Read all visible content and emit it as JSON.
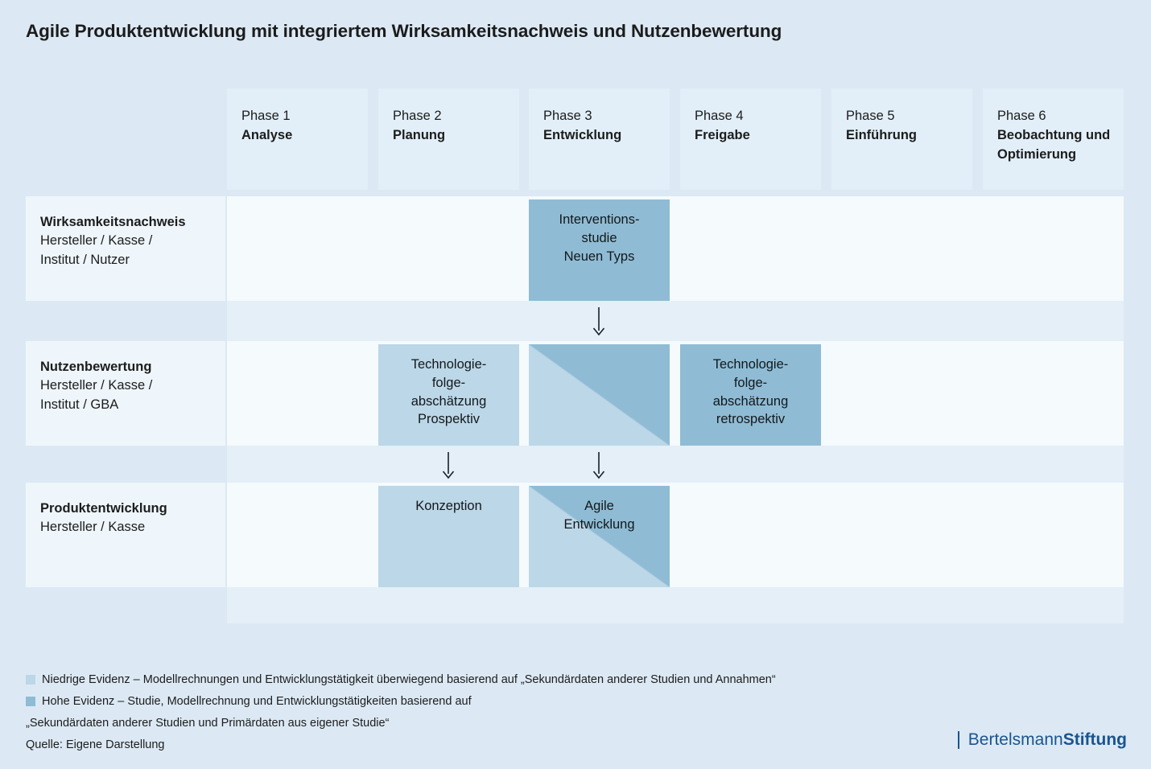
{
  "title": "Agile Produktentwicklung mit integriertem Wirksamkeitsnachweis und Nutzenbewertung",
  "colors": {
    "page_background": "#dce9f4",
    "header_cell": "#e2eff8",
    "row_band": "#f5fafd",
    "gap_band": "#e4eff7",
    "row_label": "#eef6fb",
    "low_evidence": "#bcd7e7",
    "high_evidence": "#8fbcd4",
    "brand": "#1a5490",
    "text": "#1c1c1c"
  },
  "columns": [
    {
      "phase": "Phase 1",
      "name": "Analyse"
    },
    {
      "phase": "Phase 2",
      "name": "Planung"
    },
    {
      "phase": "Phase 3",
      "name": "Entwicklung"
    },
    {
      "phase": "Phase 4",
      "name": "Freigabe"
    },
    {
      "phase": "Phase 5",
      "name": "Einführung"
    },
    {
      "phase": "Phase 6",
      "name": "Beobachtung\nund\nOptimierung"
    }
  ],
  "rows": [
    {
      "title": "Wirksamkeitsnachweis",
      "subtitle": "Hersteller / Kasse /\nInstitut / Nutzer"
    },
    {
      "title": "Nutzenbewertung",
      "subtitle": "Hersteller / Kasse /\nInstitut / GBA"
    },
    {
      "title": "Produktentwicklung",
      "subtitle": "Hersteller / Kasse"
    }
  ],
  "blocks": [
    {
      "row": 0,
      "column": 2,
      "label": "Interventions-\nstudie\nNeuen Typs",
      "evidence": "high"
    },
    {
      "row": 1,
      "column": 1,
      "label": "Technologie-\nfolge-\nabschätzung\nProspektiv",
      "evidence": "low"
    },
    {
      "row": 1,
      "column": 2,
      "label": "",
      "evidence": "split"
    },
    {
      "row": 1,
      "column": 3,
      "label": "Technologie-\nfolge-\nabschätzung\nretrospektiv",
      "evidence": "high"
    },
    {
      "row": 2,
      "column": 1,
      "label": "Konzeption",
      "evidence": "low"
    },
    {
      "row": 2,
      "column": 2,
      "label": "Agile\nEntwicklung",
      "evidence": "split"
    }
  ],
  "arrows": [
    {
      "name": "arrow-down-phase3-row1-to-row2",
      "column": 2,
      "after_row": 0
    },
    {
      "name": "arrow-down-phase2-row2-to-row3",
      "column": 1,
      "after_row": 1
    },
    {
      "name": "arrow-down-phase3-row2-to-row3",
      "column": 2,
      "after_row": 1
    }
  ],
  "legend": {
    "low": "Niedrige Evidenz – Modellrechnungen und Entwicklungstätigkeit überwiegend basierend auf „Sekundärdaten anderer Studien und Annahmen“",
    "high": "Hohe Evidenz – Studie, Modellrechnung und Entwicklungstätigkeiten basierend auf",
    "high_cont": "„Sekundärdaten anderer Studien und Primärdaten aus eigener Studie“",
    "source": "Quelle: Eigene Darstellung"
  },
  "logo": {
    "part1": "Bertelsmann",
    "part2": "Stiftung"
  }
}
